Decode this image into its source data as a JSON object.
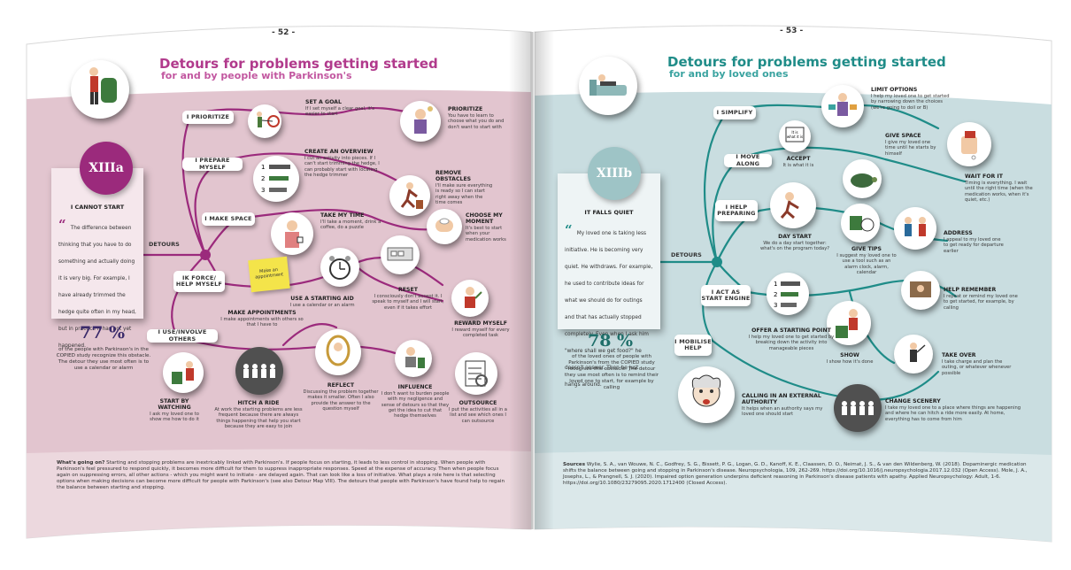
{
  "colors": {
    "left_band": "#e2c5cf",
    "left_line": "#9b2a7c",
    "left_title": "#b13a8c",
    "left_subtitle": "#c257a0",
    "right_band": "#c9dde0",
    "right_line": "#1f8c88",
    "right_title": "#1f8c88",
    "right_subtitle": "#3aa3a0"
  },
  "left": {
    "page_number": "- 52 -",
    "title": "Detours for problems getting started",
    "subtitle": "for and by people with Parkinson's",
    "badge": "XIIIa",
    "card_title": "I CANNOT START",
    "quote": "The difference between thinking that you have to do something and actually doing it is very big. For example, I have already trimmed the hedge quite often in my head, but in practice it has not yet happened.",
    "percent": "77 %",
    "stat": "of the people with Parkinson's in the COPIED study recognize this obstacle. The detour they use most often is to use a calendar or alarm",
    "detours_label": "DETOURS",
    "pills": [
      "I PRIORITIZE",
      "I PREPARE MYSELF",
      "I MAKE SPACE",
      "IK FORCE/ HELP MYSELF",
      "I USE/INVOLVE OTHERS"
    ],
    "blocks": [
      {
        "h": "SET A GOAL",
        "t": "If I set myself a clear goal, it's easier to start"
      },
      {
        "h": "PRIORITIZE",
        "t": "You have to learn to choose what you do and don't want to start with"
      },
      {
        "h": "CREATE AN OVERVIEW",
        "t": "I cut an activity into pieces. If I can't start trimming the hedge, I can probably start with locating the hedge trimmer"
      },
      {
        "h": "REMOVE OBSTACLES",
        "t": "I'll make sure everything is ready so I can start right away when the time comes"
      },
      {
        "h": "TAKE MY TIME",
        "t": "I'll take a moment, drink a coffee, do a puzzle"
      },
      {
        "h": "CHOOSE MY MOMENT",
        "t": "It's best to start when your medication works"
      },
      {
        "h": "USE A STARTING AID",
        "t": "I use a calendar or an alarm"
      },
      {
        "h": "RESET",
        "t": "I consciously don't accept it. I speak to myself and I will start, even if it takes effort"
      },
      {
        "h": "MAKE APPOINTMENTS",
        "t": "I make appointments with others so that I have to"
      },
      {
        "h": "REWARD MYSELF",
        "t": "I reward myself for every completed task"
      },
      {
        "h": "START BY WATCHING",
        "t": "I ask my loved one to show me how to do it"
      },
      {
        "h": "HITCH A RIDE",
        "t": "At work the starting problems are less frequent because there are always things happening that help you start because they are easy to join"
      },
      {
        "h": "REFLECT",
        "t": "Discussing the problem together makes it smaller. Often I also provide the answer to the question myself"
      },
      {
        "h": "INFLUENCE",
        "t": "I don't want to burden people with my negligence and sense of detours so that they get the idea to cut that hedge themselves"
      },
      {
        "h": "OUTSOURCE",
        "t": "I put the activities all in a list and see which ones I can outsource"
      }
    ],
    "note_label": "Make an appointment",
    "footer_lead": "What's going on?",
    "footer": "Starting and stopping problems are inextricably linked with Parkinson's. If people focus on starting, it leads to less control in stopping. When people with Parkinson's feel pressured to respond quickly, it becomes more difficult for them to suppress inappropriate responses. Speed at the expense of accuracy. Then when people focus again on suppressing errors, all other actions - which you might want to initiate - are delayed again. That can look like a loss of initiative. What plays a role here is that selecting options when making decisions can become more difficult for people with Parkinson's (see also Detour Map VIII). The detours that people with Parkinson's have found help to regain the balance between starting and stopping."
  },
  "right": {
    "page_number": "- 53 -",
    "title": "Detours for problems getting started",
    "subtitle": "for and by loved ones",
    "badge": "XIIIb",
    "card_title": "IT FALLS QUIET",
    "quote": "My loved one is taking less initiative. He is becoming very quiet. He withdraws. For example, he used to contribute ideas for what we should do for outings and that has actually stopped completely. Even when I ask him \"where shall we get food?\" he doesn't answer. Then he just hangs around.",
    "percent": "78 %",
    "stat": "of the loved ones of people with Parkinson's from the COPIED study recognize this obstacle. The detour they use most often is to remind their loved one to start, for example by calling",
    "detours_label": "DETOURS",
    "pills": [
      "I SIMPLIFY",
      "I MOVE ALONG",
      "I HELP PREPARING",
      "I ACT AS START ENGINE",
      "I MOBILISE HELP"
    ],
    "blocks": [
      {
        "h": "LIMIT OPTIONS",
        "t": "I help my loved one to get started by narrowing down the choices (we're going to doil or B)"
      },
      {
        "h": "ACCEPT",
        "t": "It is what it is"
      },
      {
        "h": "GIVE SPACE",
        "t": "I give my loved one time until he starts by himself"
      },
      {
        "h": "WAIT FOR IT",
        "t": "Timing is everything. I wait until the right time (when the medication works, when it's quiet, etc.)"
      },
      {
        "h": "DAY START",
        "t": "We do a day start together: what's on the program today?"
      },
      {
        "h": "GIVE TIPS",
        "t": "I suggest my loved one to use a tool such as an alarm clock, alarm, calendar"
      },
      {
        "h": "ADDRESS",
        "t": "I appeal to my loved one to get ready for departure earlier"
      },
      {
        "h": "HELP REMEMBER",
        "t": "I repeat or remind my loved one to get started, for example, by calling"
      },
      {
        "h": "OFFER A STARTING POINT",
        "t": "I help my loved one to get started by breaking down the activity into manageable pieces"
      },
      {
        "h": "SHOW",
        "t": "I show how it's done"
      },
      {
        "h": "CALLING IN AN EXTERNAL AUTHORITY",
        "t": "It helps when an authority says my loved one should start"
      },
      {
        "h": "TAKE OVER",
        "t": "I take charge and plan the outing, or whatever whenever possible"
      },
      {
        "h": "CHANGE SCENERY",
        "t": "I take my loved one to a place where things are happening and where he can hitch a ride more easily. At home, everything has to come from him"
      }
    ],
    "sign_label": "It is what it is",
    "footer_lead": "Sources",
    "footer": "Wylie, S. A., van Wouwe, N. C., Godfrey, S. G., Bissett, P. G., Logan, G. D., Kanoff, K. E., Claassen, D. O., Neimat, J. S., & van den Wildenberg, W. (2018). Dopaminergic medication shifts the balance between going and stopping in Parkinson's disease. Neuropsychologia, 109, 262-269. https://doi.org/10.1016/j.neuropsychologia.2017.12.032 (Open Access). Mole, J. A., Josephs, L., & Prangnell, S. J. (2020). Impaired option generation underpins deficient reasoning in Parkinson's disease patients with apathy. Applied Neuropsychology: Adult, 1-6. https://doi.org/10.1080/23279095.2020.1712400 (Closed Access)."
  }
}
